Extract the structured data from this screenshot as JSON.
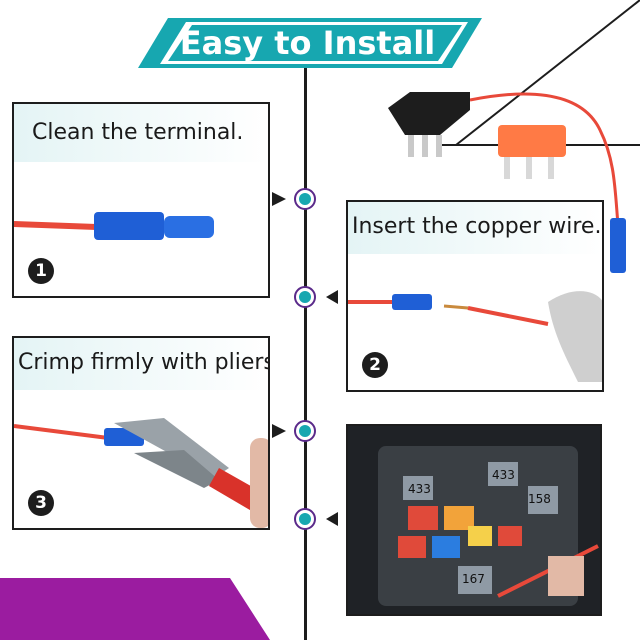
{
  "header": {
    "title": "Easy to Install"
  },
  "steps": [
    {
      "number": "1",
      "caption": "Clean the terminal."
    },
    {
      "number": "2",
      "caption": "Insert the copper wire."
    },
    {
      "number": "3",
      "caption": "Crimp firmly with pliers."
    }
  ],
  "fuse_box": {
    "labels": [
      "158",
      "433",
      "167",
      "433"
    ]
  },
  "colors": {
    "accent": "#17a7b0",
    "timeline_ring": "#5a2a8a",
    "corner": "#9b1ca0",
    "wire": "#e8493a",
    "connector": "#1f5fd6"
  }
}
